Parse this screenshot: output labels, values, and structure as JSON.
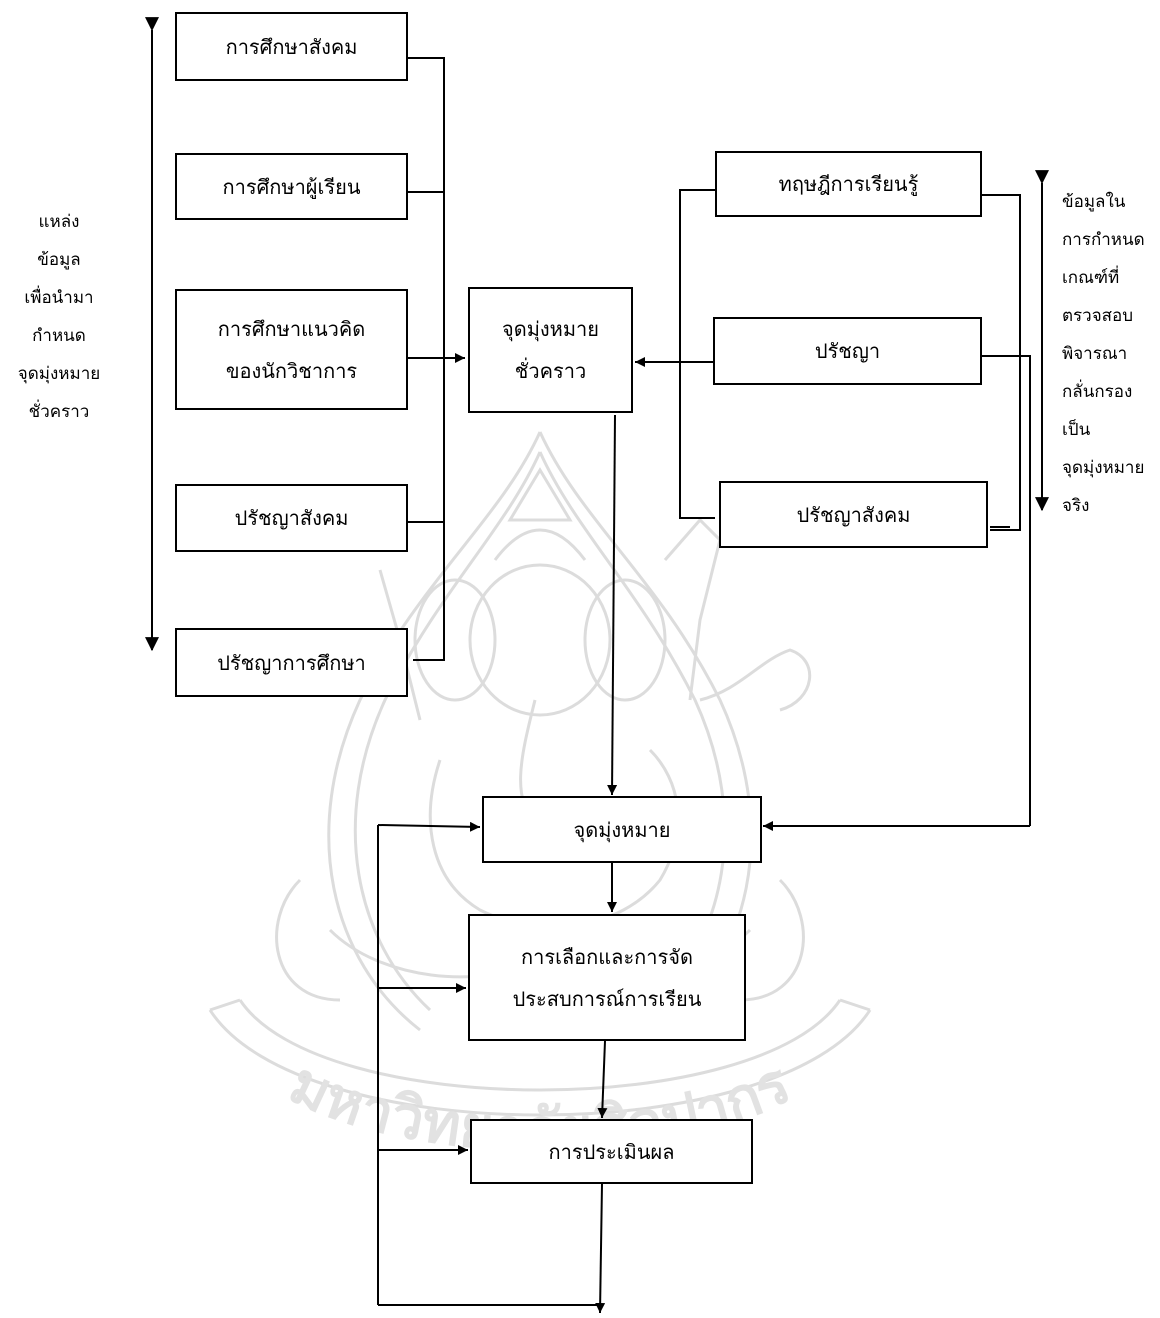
{
  "left_sources": [
    "การศึกษาสังคม",
    "การศึกษาผู้เรียน",
    "การศึกษาแนวคิด\nของนักวิชาการ",
    "ปรัชญาสังคม",
    "ปรัชญาการศึกษา"
  ],
  "left_label": "แหล่ง\nข้อมูล\nเพื่อนำมา\nกำหนด\nจุดมุ่งหมาย\nชั่วคราว",
  "tentative_goal": "จุดมุ่งหมาย\nชั่วคราว",
  "right_screens": [
    "ทฤษฎีการเรียนรู้",
    "ปรัชญา",
    "ปรัชญาสังคม"
  ],
  "right_label": "ข้อมูลใน\nการกำหนด\nเกณฑ์ที่\nตรวจสอบ\nพิจารณา\nกลั่นกรอง\nเป็น\nจุดมุ่งหมาย\nจริง",
  "flow": {
    "goal": "จุดมุ่งหมาย",
    "selection": "การเลือกและการจัด\nประสบการณ์การเรียน",
    "evaluation": "การประเมินผล"
  },
  "watermark": {
    "text": "มหาวิทยาลัยศิลปากร",
    "color": "#dcdcdc",
    "emblem": "ganesha-emblem"
  },
  "line_color": "#000000"
}
